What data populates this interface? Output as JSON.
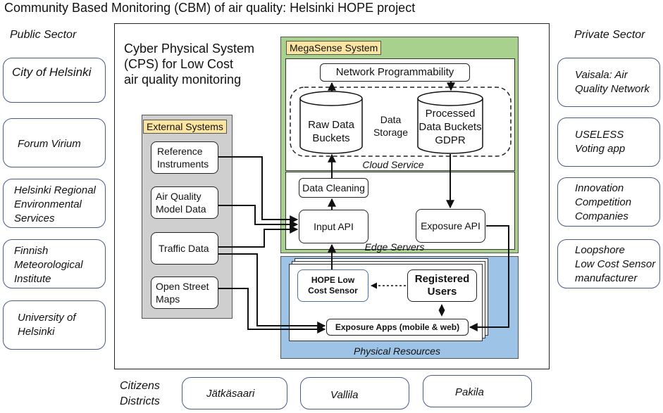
{
  "title": "Community Based Monitoring (CBM) of air quality: Helsinki HOPE project",
  "public_sector": {
    "heading": "Public Sector",
    "items": [
      "City of Helsinki",
      "Forum Virium",
      "Helsinki Regional\nEnvironmental\nServices",
      "Finnish\nMeteorological\nInstitute",
      "University of\nHelsinki"
    ]
  },
  "private_sector": {
    "heading": "Private Sector",
    "items": [
      "Vaisala: Air\nQuality Network",
      "USELESS\nVoting app",
      "Innovation\nCompetition\nCompanies",
      "Loopshore\nLow Cost Sensor\nmanufacturer"
    ]
  },
  "cps_title": "Cyber Physical System\n(CPS) for Low Cost\nair quality monitoring",
  "external_systems": {
    "heading": "External Systems",
    "items": [
      "Reference\nInstruments",
      "Air Quality\nModel  Data",
      "Traffic Data",
      "Open Street\nMaps"
    ]
  },
  "megasense": {
    "heading": "MegaSense System",
    "network": "Network Programmability",
    "raw_buckets": "Raw Data\nBuckets",
    "data_storage": "Data\nStorage",
    "processed_buckets": "Processed\nData Buckets\nGDPR",
    "cloud_service": "Cloud  Service",
    "data_cleaning": "Data Cleaning",
    "input_api": "Input API",
    "exposure_api": "Exposure API",
    "edge_servers": "Edge Servers"
  },
  "physical": {
    "hope_sensor": "HOPE Low\nCost Sensor",
    "registered_users": "Registered\nUsers",
    "exposure_apps": "Exposure Apps  (mobile & web)",
    "label": "Physical Resources"
  },
  "citizens": {
    "heading": "Citizens\nDistricts",
    "districts": [
      "Jätkäsaari",
      "Vallila",
      "Pakila"
    ]
  },
  "colors": {
    "megasense_green": "#a9d18e",
    "physical_blue": "#9dc3e6",
    "external_gray": "#cfcfcf",
    "tag_yellow": "#fbe5a0",
    "sector_border": "#4a5a8a"
  }
}
